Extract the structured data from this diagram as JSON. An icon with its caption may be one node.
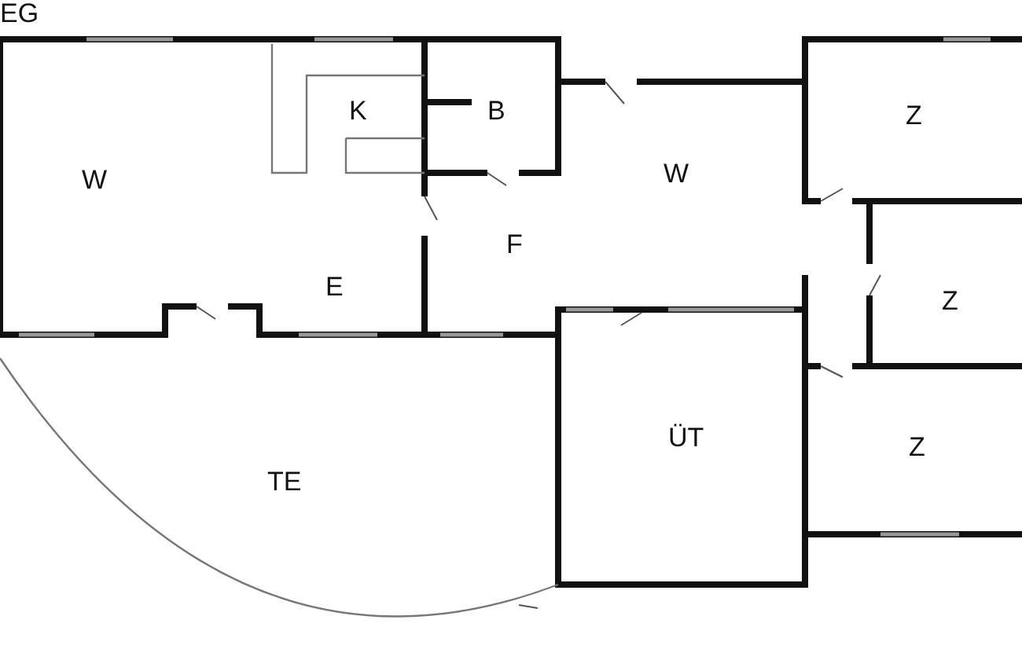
{
  "diagram": {
    "labels": [
      "EG",
      "K",
      "B",
      "Z",
      "W",
      "W",
      "F",
      "E",
      "Z",
      "ÜT",
      "Z",
      "TE"
    ]
  }
}
